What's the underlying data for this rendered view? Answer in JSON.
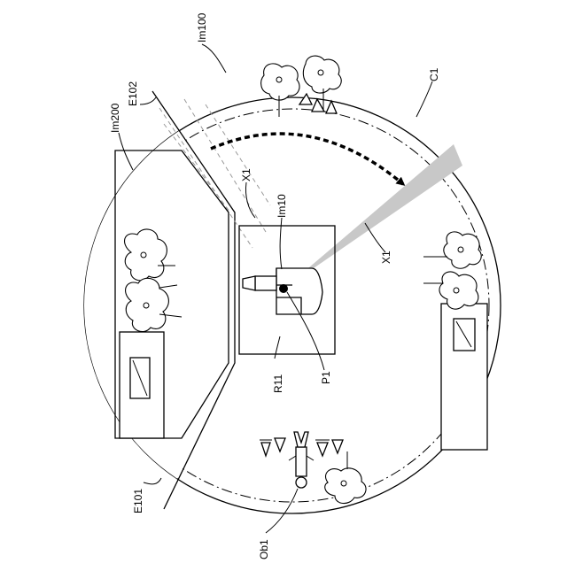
{
  "labels": {
    "im100": "Im100",
    "c1": "C1",
    "e102": "E102",
    "im200": "Im200",
    "x1_upper": "X1",
    "im10": "Im10",
    "x1_right": "X1",
    "r11": "R11",
    "p1": "P1",
    "e101": "E101",
    "ob1": "Ob1"
  },
  "colors": {
    "line": "#000000",
    "beam": "#c8c8c8",
    "background": "#ffffff"
  }
}
